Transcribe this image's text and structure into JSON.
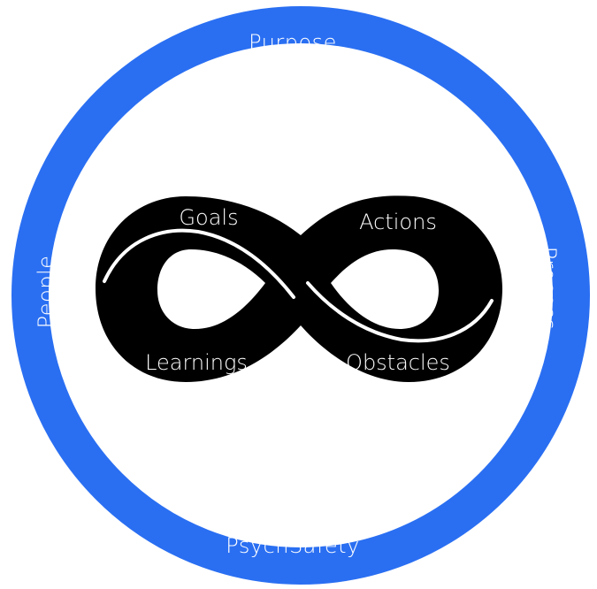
{
  "colors": {
    "ring": "#2a6ff2",
    "loop": "#000000",
    "background": "#ffffff",
    "text": "#ffffff"
  },
  "ring": {
    "top": "Purpose",
    "right": "Process",
    "bottom": "PsychSafety",
    "left": "People"
  },
  "loop": {
    "top_left": "Goals",
    "top_right": "Actions",
    "bottom_left": "Learnings",
    "bottom_right": "Obstacles"
  }
}
